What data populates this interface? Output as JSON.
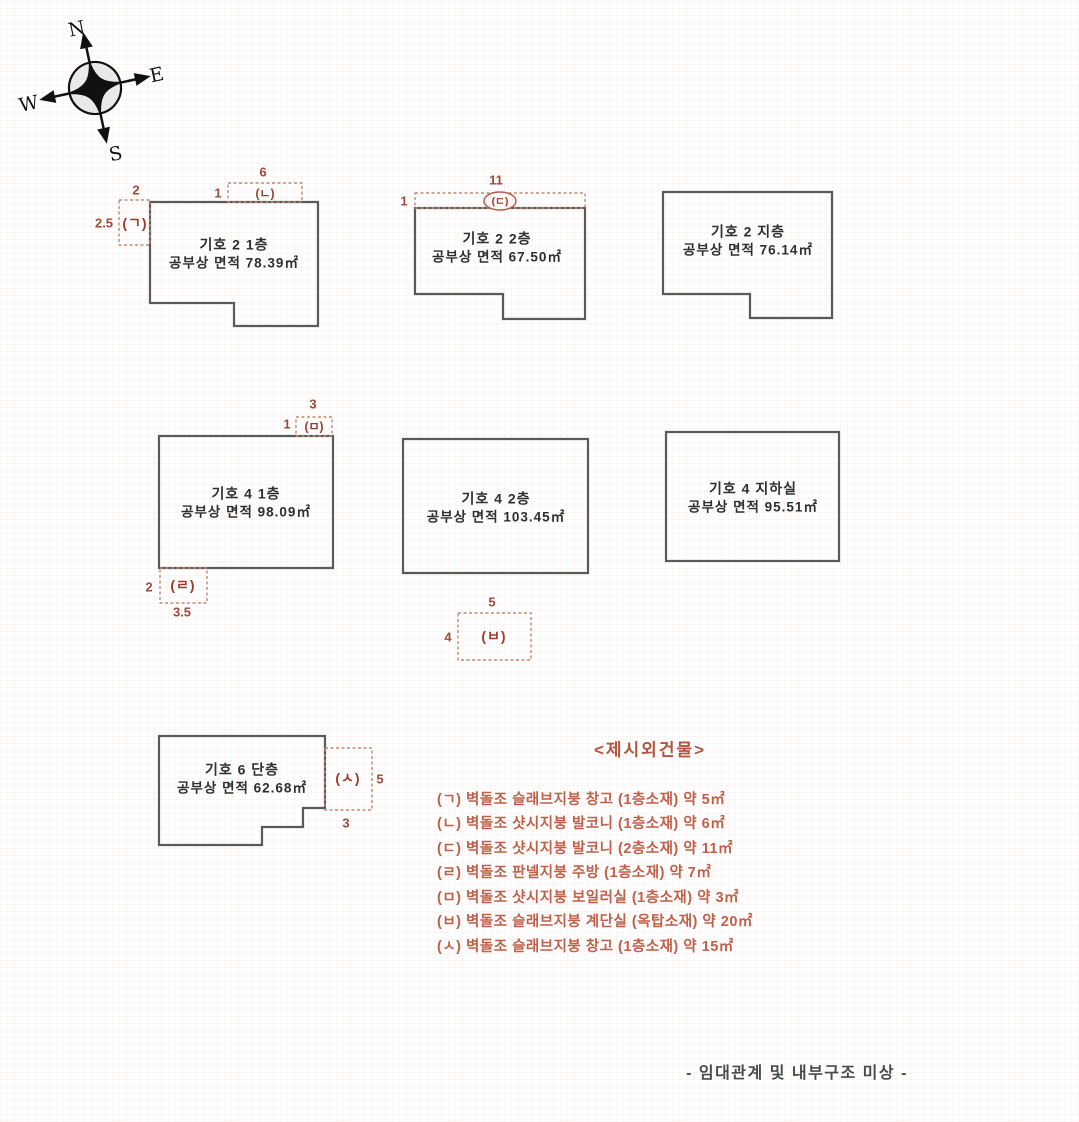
{
  "compass": {
    "north": "N",
    "east": "E",
    "south": "S",
    "west": "W"
  },
  "buildings": [
    {
      "name": "기호 2 1층",
      "area": "공부상 면적 78.39㎡"
    },
    {
      "name": "기호 2 2층",
      "area": "공부상 면적 67.50㎡"
    },
    {
      "name": "기호 2 지층",
      "area": "공부상 면적 76.14㎡"
    },
    {
      "name": "기호 4 1층",
      "area": "공부상 면적 98.09㎡"
    },
    {
      "name": "기호 4 2층",
      "area": "공부상 면적 103.45㎡"
    },
    {
      "name": "기호 4 지하실",
      "area": "공부상 면적 95.51㎡"
    },
    {
      "name": "기호 6 단층",
      "area": "공부상 면적 62.68㎡"
    }
  ],
  "annexes": [
    {
      "label": "(ㄱ)",
      "dim_top": "2",
      "dim_left": "2.5"
    },
    {
      "label": "(ㄴ)",
      "dim_top": "6",
      "dim_left": "1"
    },
    {
      "label": "(ㄷ)",
      "dim_top": "11",
      "dim_left": "1"
    },
    {
      "label": "(ㄹ)",
      "dim_left": "2",
      "dim_bottom": "3.5"
    },
    {
      "label": "(ㅁ)",
      "dim_top": "3",
      "dim_left": "1"
    },
    {
      "label": "(ㅂ)",
      "dim_top": "5",
      "dim_left": "4"
    },
    {
      "label": "(ㅅ)",
      "dim_right": "5",
      "dim_bottom": "3"
    }
  ],
  "legend": {
    "title": "<제시외건물>",
    "items": [
      "(ㄱ) 벽돌조 슬래브지붕 창고 (1층소재) 약 5㎡",
      "(ㄴ) 벽돌조 샷시지붕 발코니 (1층소재) 약 6㎡",
      "(ㄷ) 벽돌조 샷시지붕 발코니 (2층소재) 약 11㎡",
      "(ㄹ) 벽돌조 판넬지붕 주방 (1층소재) 약 7㎡",
      "(ㅁ) 벽돌조 샷시지붕 보일러실 (1층소재) 약 3㎡",
      "(ㅂ) 벽돌조 슬래브지붕 계단실 (옥탑소재) 약 20㎡",
      "(ㅅ) 벽돌조 슬래브지붕 창고 (1층소재) 약 15㎡"
    ]
  },
  "footer": {
    "note": "- 임대관계 및 내부구조 미상 -"
  },
  "colors": {
    "outline": "#5a5a5a",
    "annex_dash": "#c08873",
    "annex_text": "#9c3a2b",
    "legend_text": "#bf6049",
    "building_text": "#2f2f2f",
    "note_text": "#4a4a4a"
  }
}
